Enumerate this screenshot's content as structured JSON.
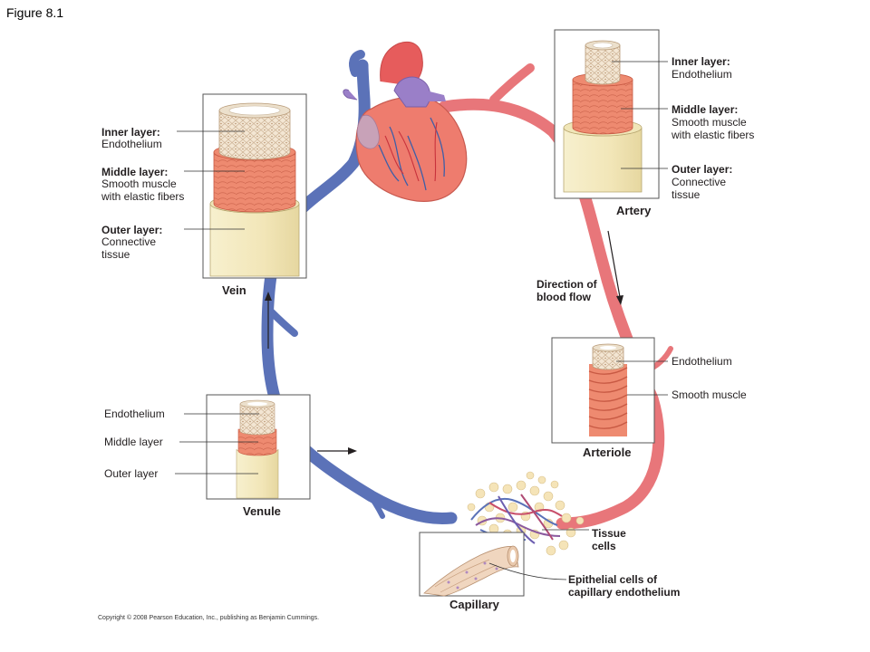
{
  "figure_label": "Figure 8.1",
  "copyright": "Copyright © 2008 Pearson Education, Inc., publishing as Benjamin Cummings.",
  "flow_label": [
    "Direction of",
    "blood flow"
  ],
  "vessels": {
    "vein": {
      "name": "Vein",
      "inner": [
        "Inner layer:",
        "Endothelium"
      ],
      "middle": [
        "Middle layer:",
        "Smooth muscle",
        "with elastic fibers"
      ],
      "outer": [
        "Outer layer:",
        "Connective",
        "tissue"
      ]
    },
    "artery": {
      "name": "Artery",
      "inner": [
        "Inner layer:",
        "Endothelium"
      ],
      "middle": [
        "Middle layer:",
        "Smooth muscle",
        "with elastic fibers"
      ],
      "outer": [
        "Outer layer:",
        "Connective",
        "tissue"
      ]
    },
    "arteriole": {
      "name": "Arteriole",
      "labels": [
        "Endothelium",
        "Smooth muscle"
      ]
    },
    "venule": {
      "name": "Venule",
      "labels": [
        "Endothelium",
        "Middle layer",
        "Outer layer"
      ]
    },
    "capillary": {
      "name": "Capillary",
      "tissue": [
        "Tissue",
        "cells"
      ],
      "epithelial": [
        "Epithelial cells of",
        "capillary endothelium"
      ]
    }
  },
  "colors": {
    "artery_red": "#e8767a",
    "vein_blue": "#5b72b8",
    "muscle": "#ef8a70",
    "outer": "#f4ecc4",
    "endothelium": "#f3e6d3",
    "capillary_purple": "#8b5a9f"
  }
}
